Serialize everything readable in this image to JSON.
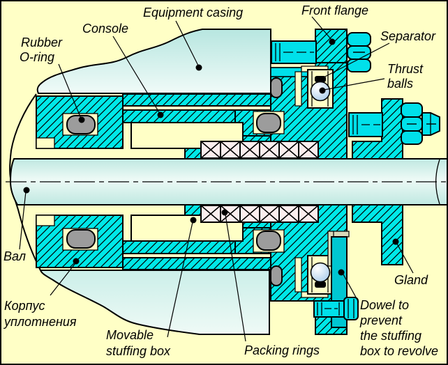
{
  "diagram": {
    "description": "Cross-section drawing of a rotating-shaft stuffing box seal assembly",
    "labels": {
      "equipment_casing": {
        "lines": [
          "Equipment casing"
        ]
      },
      "console": {
        "lines": [
          "Console"
        ]
      },
      "rubber_o_ring": {
        "lines": [
          "Rubber",
          "O-ring"
        ]
      },
      "front_flange": {
        "lines": [
          "Front flange"
        ]
      },
      "separator": {
        "lines": [
          "Separator"
        ]
      },
      "thrust_balls": {
        "lines": [
          "Thrust",
          "balls"
        ]
      },
      "shaft": {
        "lines": [
          "Вал"
        ]
      },
      "seal_housing": {
        "lines": [
          "Корпус",
          "уплотнения"
        ]
      },
      "movable_stuffing_box": {
        "lines": [
          "Movable",
          "stuffing box"
        ]
      },
      "packing_rings": {
        "lines": [
          "Packing rings"
        ]
      },
      "gland": {
        "lines": [
          "Gland"
        ]
      },
      "dowel": {
        "lines": [
          "Dowel to",
          "prevent",
          "the stuffing",
          "box to revolve"
        ]
      }
    },
    "colors": {
      "background": "#FFFFC6",
      "section_hatch_cyan": "#00E8E8",
      "solid_part_cyan": "#00E0EA",
      "dowel_cyan": "#00C6D2",
      "casing_gradient_top": "#BCE9E3",
      "casing_gradient_bottom": "#F0FBF8",
      "packing_ring_fill": "#FCEEEE",
      "o_ring_grey": "#9C9C9C",
      "guide_strip_beige": "#D9D9B8",
      "outline": "#000000"
    }
  }
}
